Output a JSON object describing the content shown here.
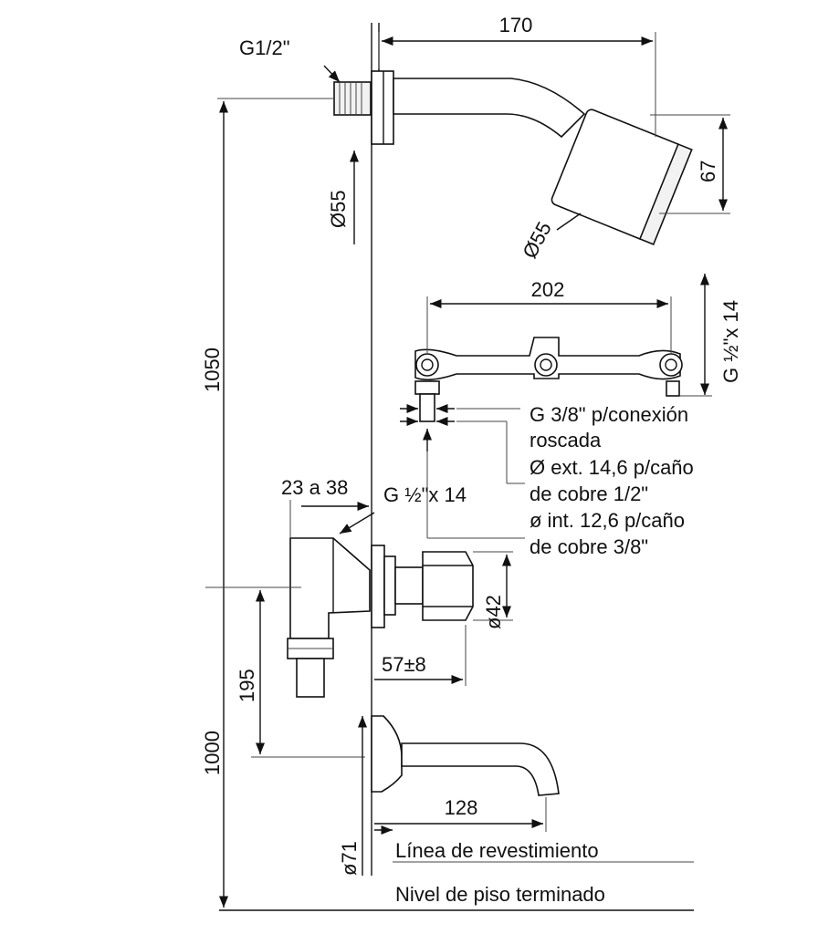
{
  "dimensions": {
    "shower_arm_length": "170",
    "inlet_thread": "G1/2\"",
    "flange_diameter": "Ø55",
    "head_diameter": "Ø55",
    "head_height": "67",
    "shower_height": "1050",
    "faucet_centers": "202",
    "connection_thread_vertical": "G ½\"x 14",
    "wall_depth": "23 a 38",
    "valve_thread": "G ½\"x 14",
    "handle_diameter": "ø42",
    "valve_projection": "57±8",
    "valve_offset": "195",
    "spout_height": "1000",
    "spout_length": "128",
    "spout_flange": "ø71"
  },
  "notes": {
    "line1": "G 3/8\" p/conexión",
    "line2": "roscada",
    "line3": "Ø ext. 14,6 p/caño",
    "line4": "de cobre 1/2\"",
    "line5": "ø int. 12,6 p/caño",
    "line6": "de cobre 3/8\""
  },
  "levels": {
    "wall_line": "Línea de revestimiento",
    "floor_level": "Nivel de piso terminado"
  }
}
